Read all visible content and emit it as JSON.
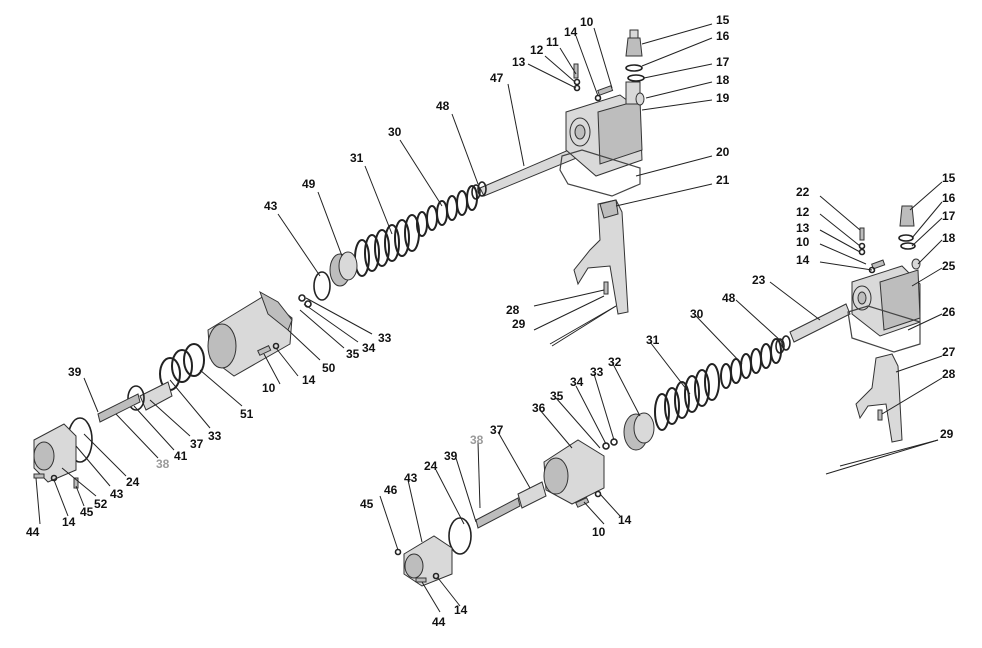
{
  "diagram": {
    "callouts": [
      {
        "id": "c15a",
        "text": "15"
      },
      {
        "id": "c16a",
        "text": "16"
      },
      {
        "id": "c17a",
        "text": "17"
      },
      {
        "id": "c18a",
        "text": "18"
      },
      {
        "id": "c19",
        "text": "19"
      },
      {
        "id": "c10a",
        "text": "10"
      },
      {
        "id": "c14a",
        "text": "14"
      },
      {
        "id": "c11a",
        "text": "11"
      },
      {
        "id": "c12a",
        "text": "12"
      },
      {
        "id": "c13a",
        "text": "13"
      },
      {
        "id": "c47",
        "text": "47"
      },
      {
        "id": "c48a",
        "text": "48"
      },
      {
        "id": "c30a",
        "text": "30"
      },
      {
        "id": "c31a",
        "text": "31"
      },
      {
        "id": "c49",
        "text": "49"
      },
      {
        "id": "c43a",
        "text": "43"
      },
      {
        "id": "c20",
        "text": "20"
      },
      {
        "id": "c21",
        "text": "21"
      },
      {
        "id": "c28a",
        "text": "28"
      },
      {
        "id": "c29a",
        "text": "29"
      },
      {
        "id": "c33a",
        "text": "33"
      },
      {
        "id": "c34a",
        "text": "34"
      },
      {
        "id": "c35a",
        "text": "35"
      },
      {
        "id": "c50",
        "text": "50"
      },
      {
        "id": "c14b",
        "text": "14"
      },
      {
        "id": "c10b",
        "text": "10"
      },
      {
        "id": "c51",
        "text": "51"
      },
      {
        "id": "c33b",
        "text": "33"
      },
      {
        "id": "c37a",
        "text": "37"
      },
      {
        "id": "c41",
        "text": "41"
      },
      {
        "id": "c38a",
        "text": "38",
        "grey": true
      },
      {
        "id": "c24a",
        "text": "24"
      },
      {
        "id": "c43b",
        "text": "43"
      },
      {
        "id": "c52",
        "text": "52"
      },
      {
        "id": "c45a",
        "text": "45"
      },
      {
        "id": "c14c",
        "text": "14"
      },
      {
        "id": "c44a",
        "text": "44"
      },
      {
        "id": "c39a",
        "text": "39"
      },
      {
        "id": "c22",
        "text": "22"
      },
      {
        "id": "c12b",
        "text": "12"
      },
      {
        "id": "c13b",
        "text": "13"
      },
      {
        "id": "c10c",
        "text": "10"
      },
      {
        "id": "c14d",
        "text": "14"
      },
      {
        "id": "c15b",
        "text": "15"
      },
      {
        "id": "c16b",
        "text": "16"
      },
      {
        "id": "c17b",
        "text": "17"
      },
      {
        "id": "c18b",
        "text": "18"
      },
      {
        "id": "c25",
        "text": "25"
      },
      {
        "id": "c26",
        "text": "26"
      },
      {
        "id": "c23",
        "text": "23"
      },
      {
        "id": "c48b",
        "text": "48"
      },
      {
        "id": "c30b",
        "text": "30"
      },
      {
        "id": "c31b",
        "text": "31"
      },
      {
        "id": "c27",
        "text": "27"
      },
      {
        "id": "c28b",
        "text": "28"
      },
      {
        "id": "c29b",
        "text": "29"
      },
      {
        "id": "c32",
        "text": "32"
      },
      {
        "id": "c33c",
        "text": "33"
      },
      {
        "id": "c34b",
        "text": "34"
      },
      {
        "id": "c35b",
        "text": "35"
      },
      {
        "id": "c36",
        "text": "36"
      },
      {
        "id": "c37b",
        "text": "37"
      },
      {
        "id": "c38b",
        "text": "38",
        "grey": true
      },
      {
        "id": "c39b",
        "text": "39"
      },
      {
        "id": "c24b",
        "text": "24"
      },
      {
        "id": "c43c",
        "text": "43"
      },
      {
        "id": "c46",
        "text": "46"
      },
      {
        "id": "c45b",
        "text": "45"
      },
      {
        "id": "c10d",
        "text": "10"
      },
      {
        "id": "c14e",
        "text": "14"
      },
      {
        "id": "c44b",
        "text": "44"
      },
      {
        "id": "c14f",
        "text": "14"
      }
    ]
  }
}
